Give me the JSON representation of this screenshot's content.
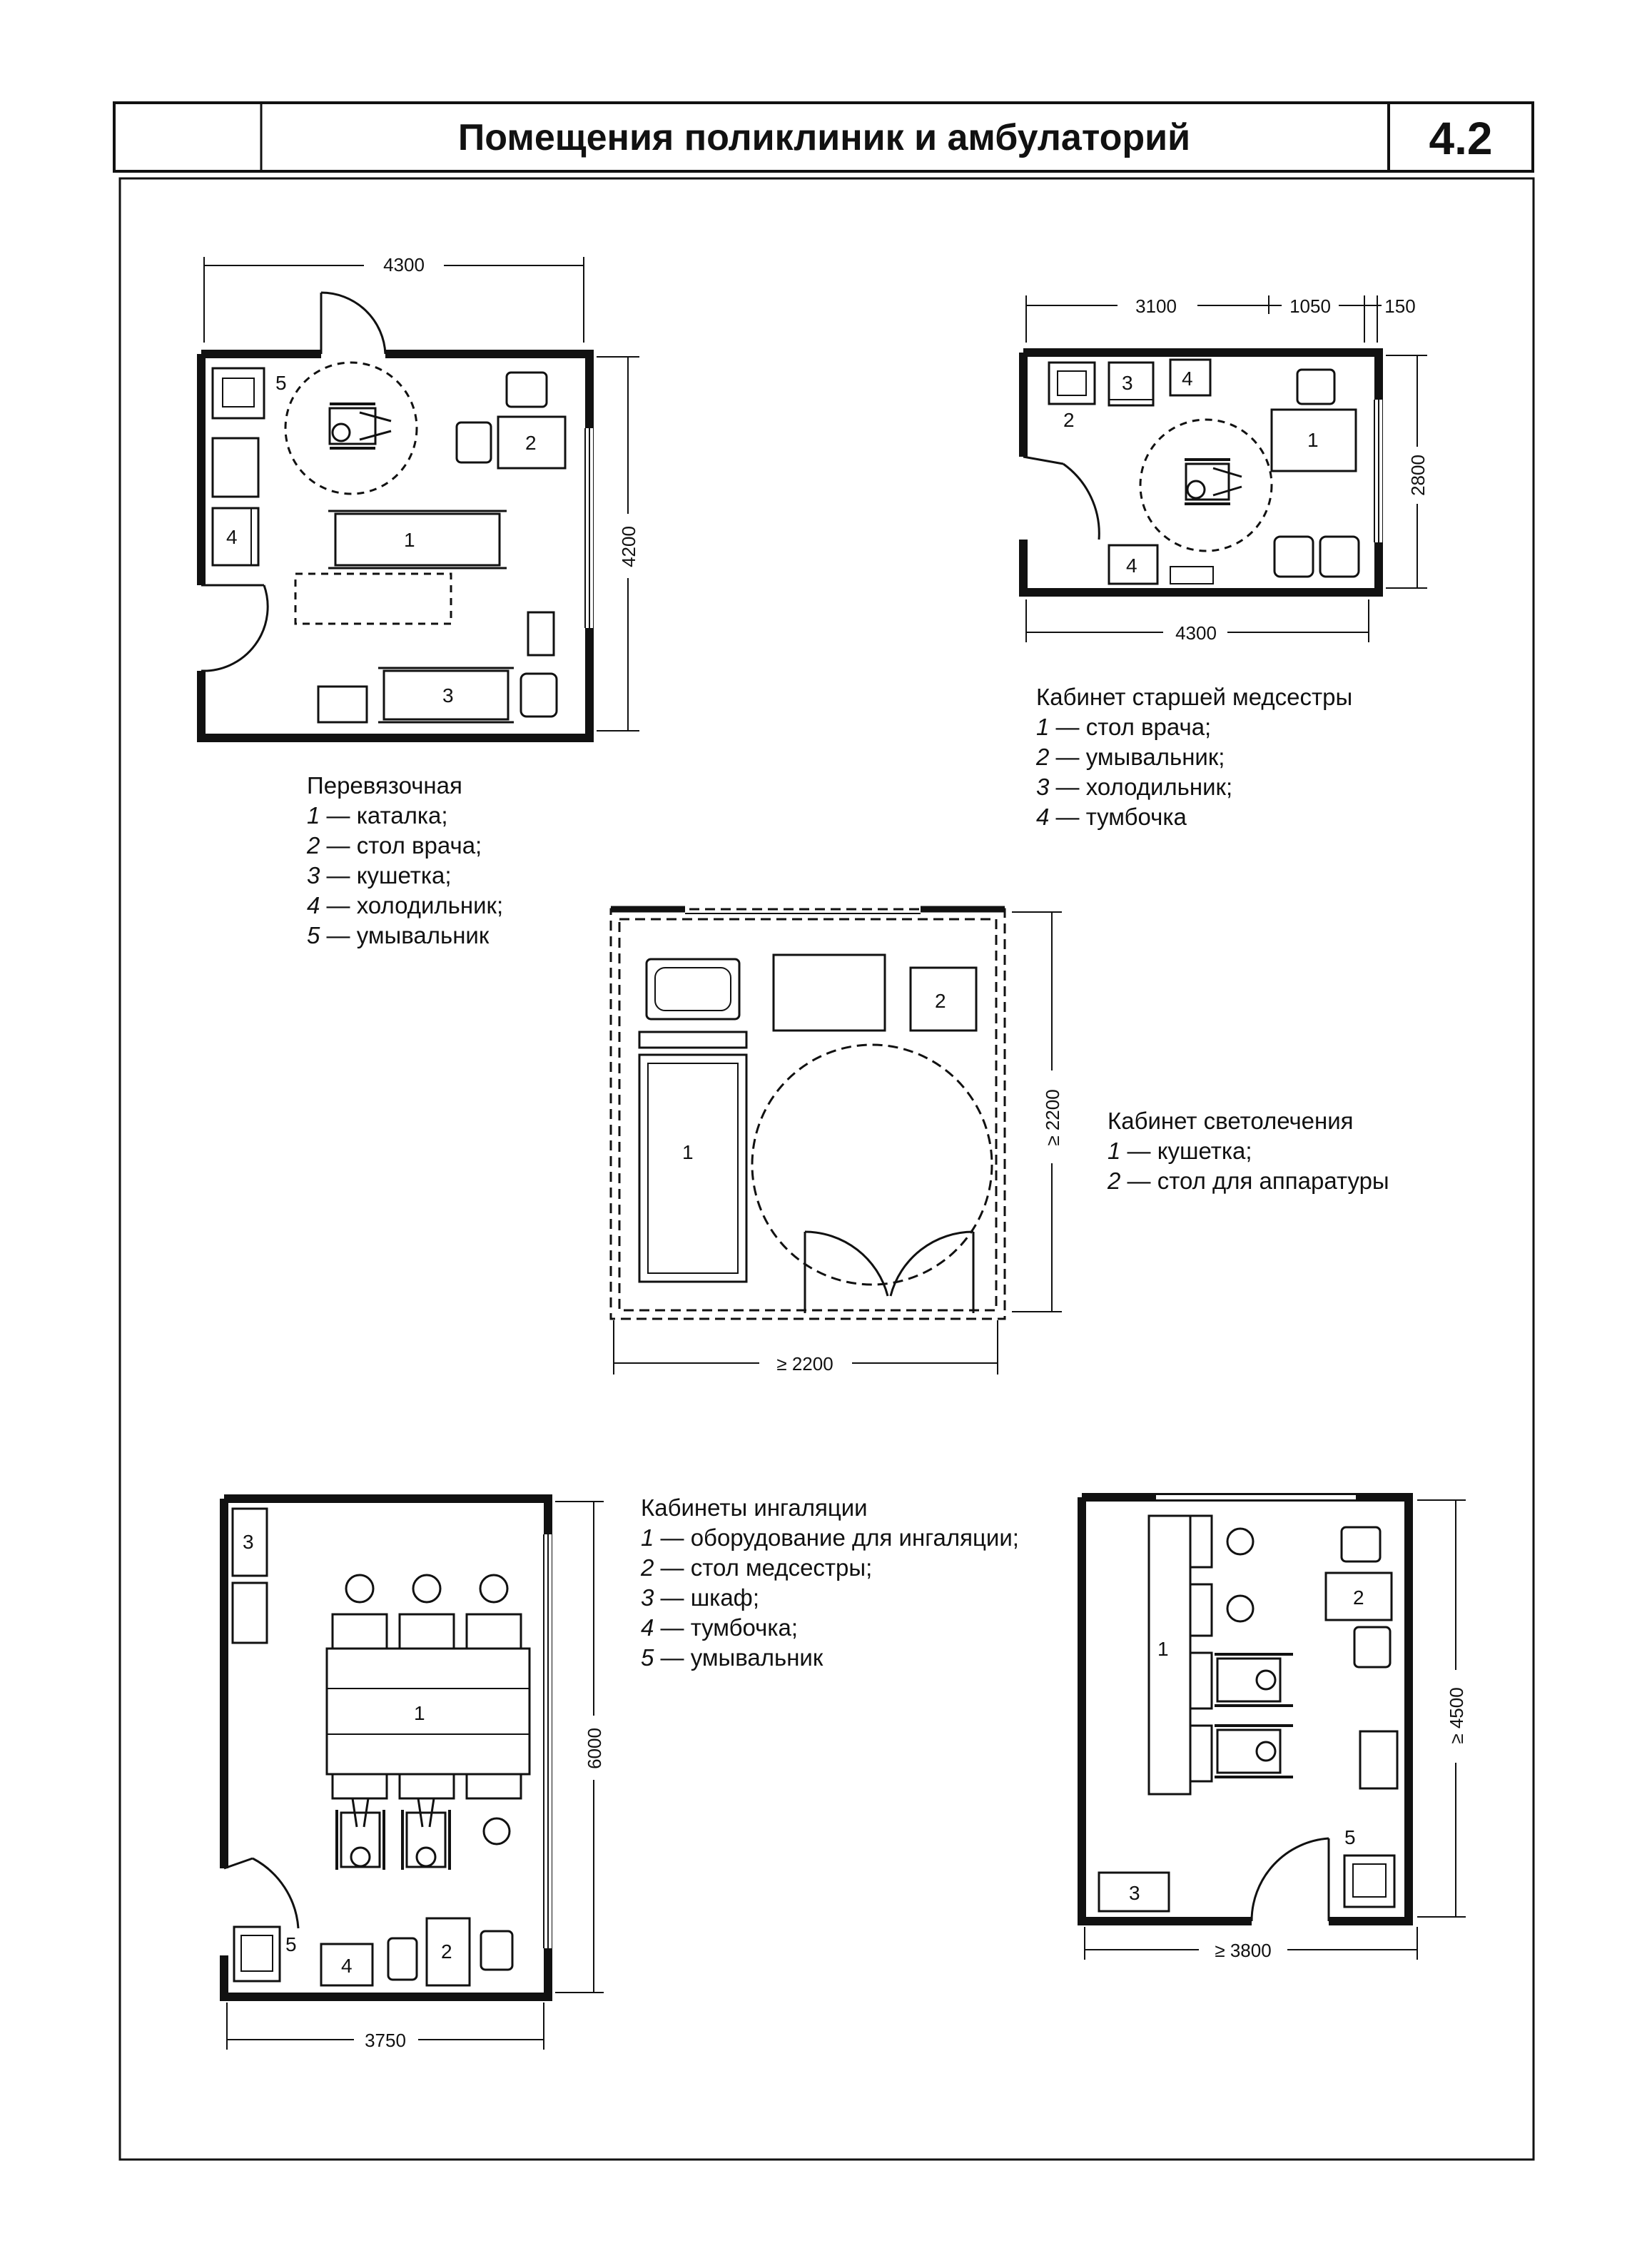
{
  "header": {
    "title": "Помещения поликлиник и амбулаторий",
    "code": "4.2"
  },
  "rooms": {
    "dressing": {
      "caption": "Перевязочная",
      "items": [
        {
          "n": "1",
          "text": " — каталка;"
        },
        {
          "n": "2",
          "text": " — стол врача;"
        },
        {
          "n": "3",
          "text": " — кушетка;"
        },
        {
          "n": "4",
          "text": " — холодильник;"
        },
        {
          "n": "5",
          "text": " — умывальник"
        }
      ],
      "dim_width": "4300",
      "dim_depth": "4200"
    },
    "head_nurse": {
      "caption": "Кабинет старшей медсестры",
      "items": [
        {
          "n": "1",
          "text": " — стол врача;"
        },
        {
          "n": "2",
          "text": " — умывальник;"
        },
        {
          "n": "3",
          "text": " — холодильник;"
        },
        {
          "n": "4",
          "text": " — тумбочка"
        }
      ],
      "dim_top_a": "3100",
      "dim_top_b": "1050",
      "dim_top_c": "150",
      "dim_bottom": "4300",
      "dim_depth": "2800"
    },
    "phototherapy": {
      "caption": "Кабинет светолечения",
      "items": [
        {
          "n": "1",
          "text": " — кушетка;"
        },
        {
          "n": "2",
          "text": " — стол для аппаратуры"
        }
      ],
      "dim_width": "≥ 2200",
      "dim_depth": "≥ 2200"
    },
    "inhalation": {
      "caption": "Кабинеты ингаляции",
      "items": [
        {
          "n": "1",
          "text": " — оборудование для ингаляции;"
        },
        {
          "n": "2",
          "text": " — стол медсестры;"
        },
        {
          "n": "3",
          "text": " — шкаф;"
        },
        {
          "n": "4",
          "text": " — тумбочка;"
        },
        {
          "n": "5",
          "text": " — умывальник"
        }
      ],
      "left_dim_width": "3750",
      "left_dim_depth": "6000",
      "right_dim_width": "≥ 3800",
      "right_dim_depth": "≥ 4500"
    }
  },
  "markers": {
    "m1": "1",
    "m2": "2",
    "m3": "3",
    "m4": "4",
    "m5": "5"
  }
}
